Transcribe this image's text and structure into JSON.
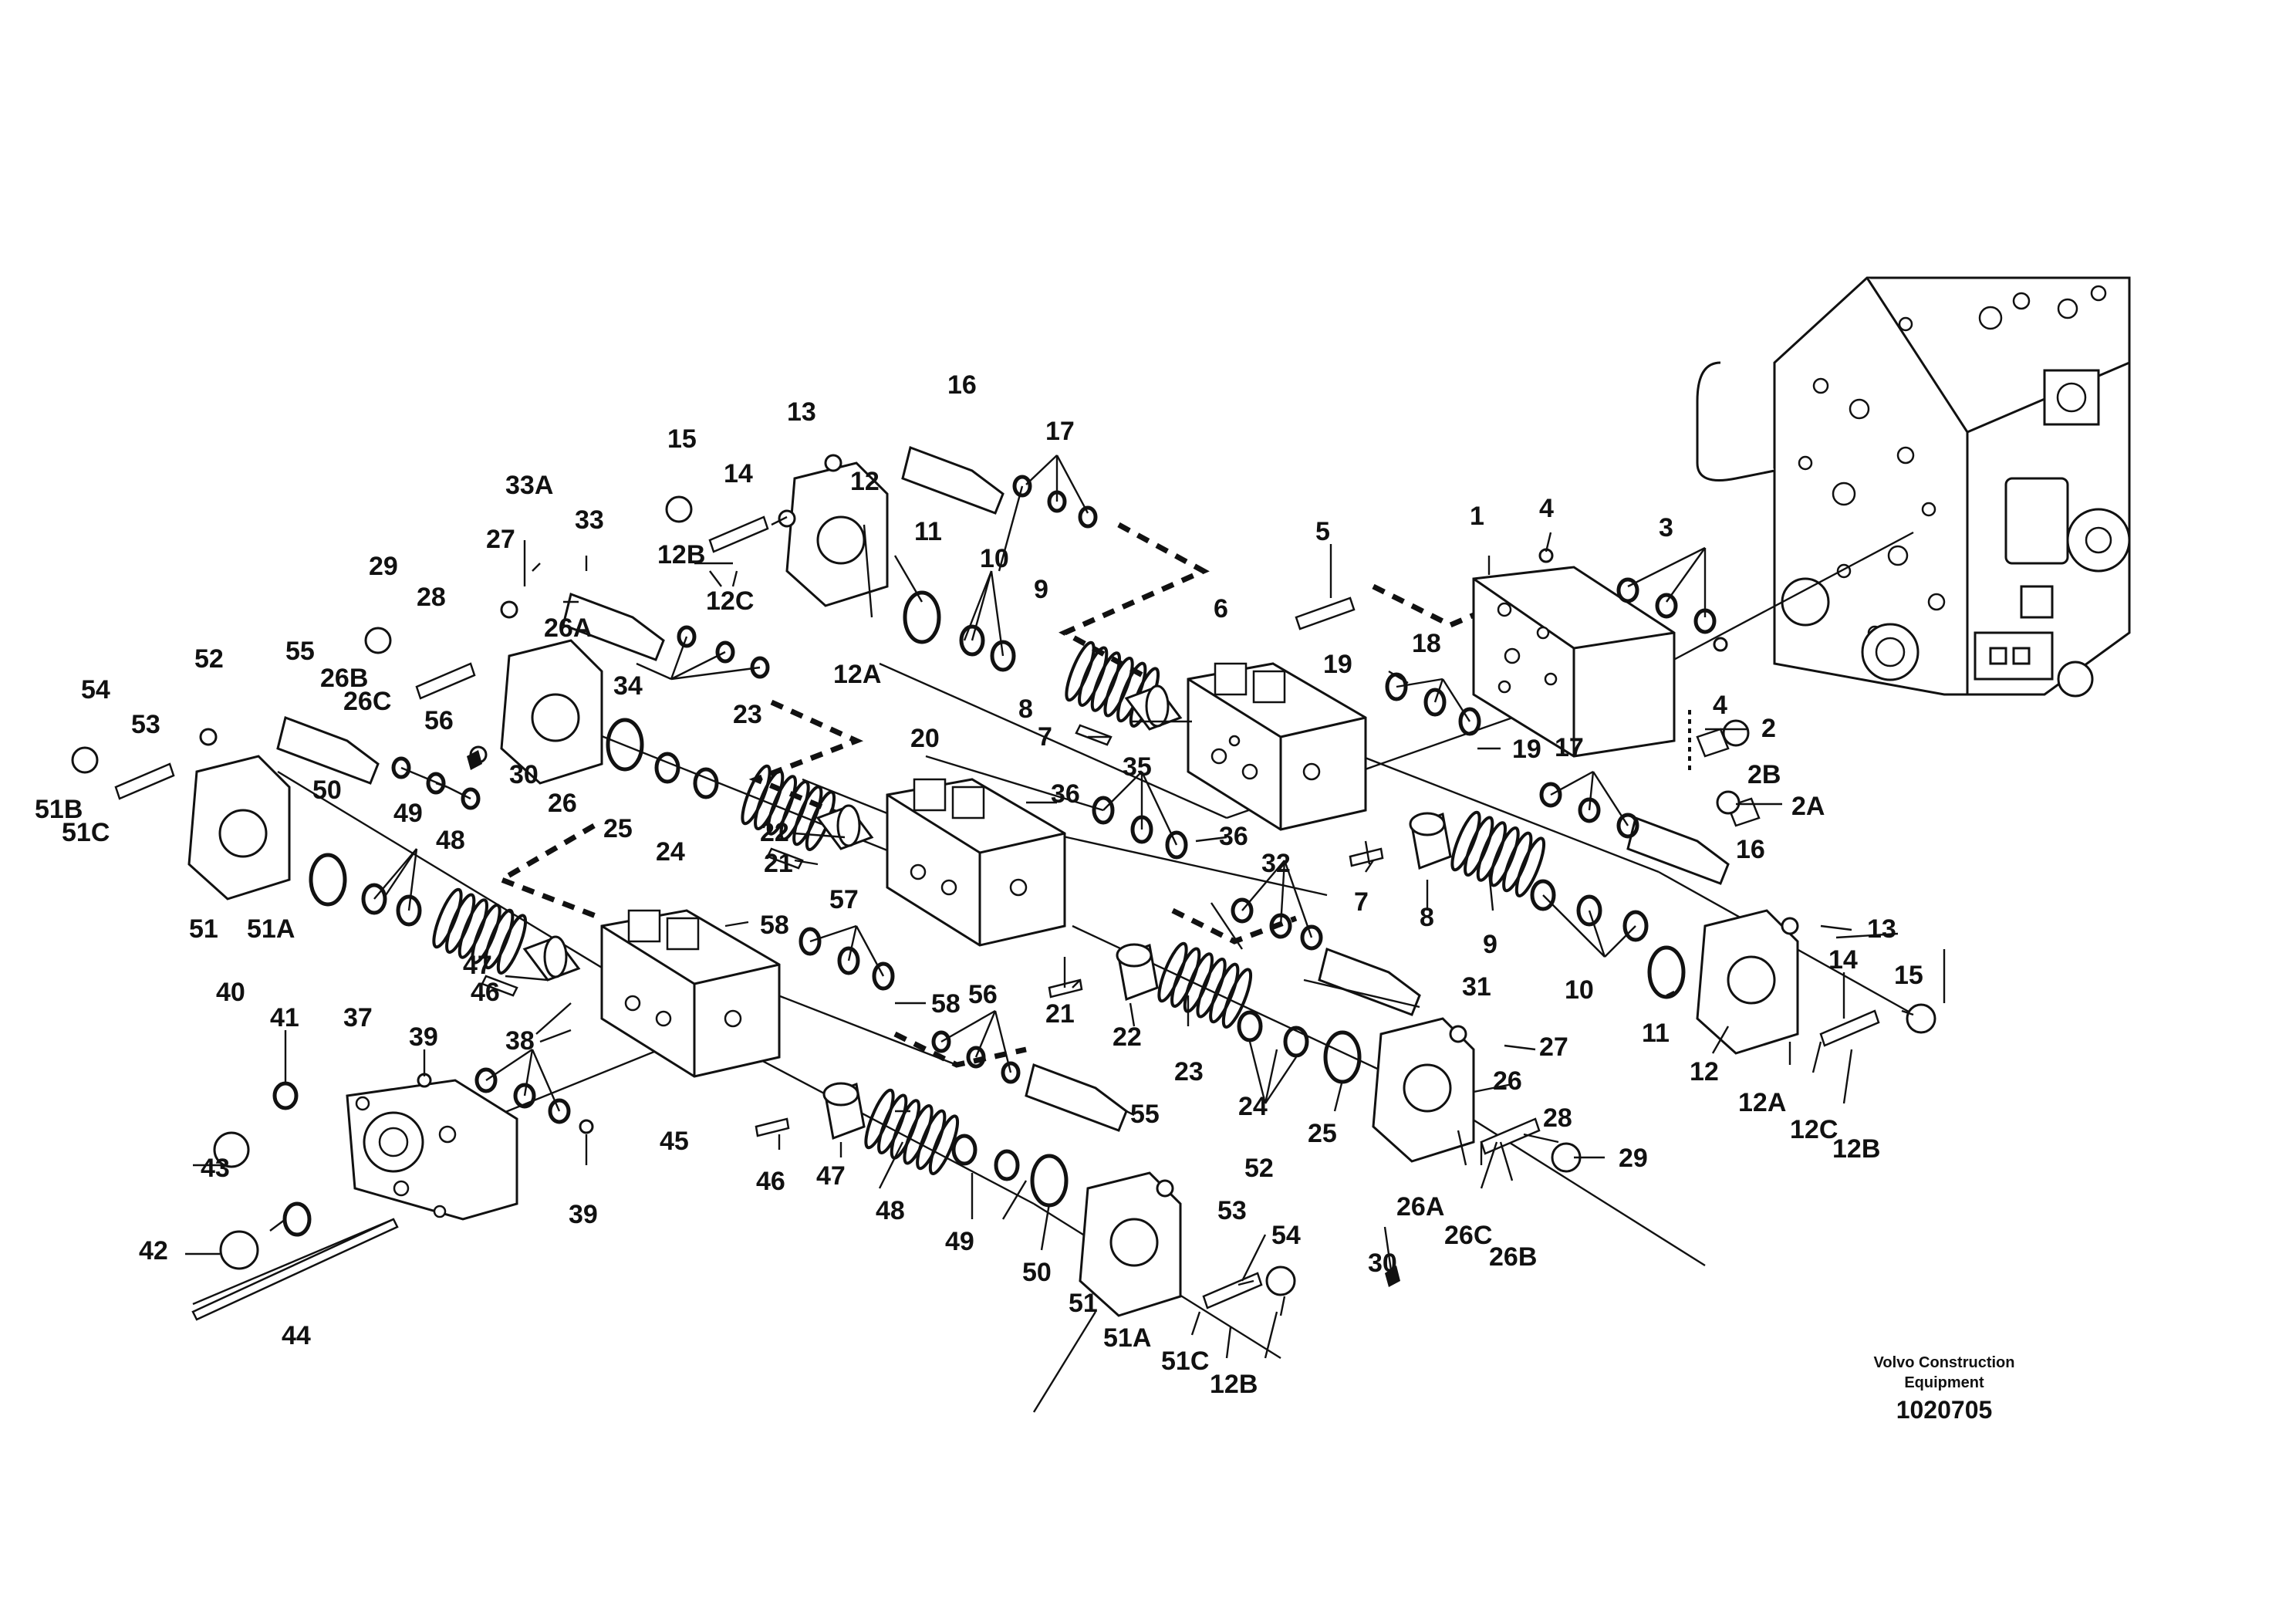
{
  "brand": {
    "line1": "Volvo Construction",
    "line2": "Equipment",
    "drawing_number": "1020705"
  },
  "callouts": {
    "c1": "1",
    "c2": "2",
    "c2A": "2A",
    "c2B": "2B",
    "c3": "3",
    "c4a": "4",
    "c4b": "4",
    "c5": "5",
    "c6": "6",
    "c7a": "7",
    "c7b": "7",
    "c8a": "8",
    "c8b": "8",
    "c9a": "9",
    "c9b": "9",
    "c10a": "10",
    "c10b": "10",
    "c11a": "11",
    "c11b": "11",
    "c12a": "12",
    "c12b": "12",
    "c12Aa": "12A",
    "c12Ab": "12A",
    "c12Ba": "12B",
    "c12Bb": "12B",
    "c12Bc": "12B",
    "c12Ca": "12C",
    "c12Cb": "12C",
    "c13a": "13",
    "c13b": "13",
    "c14a": "14",
    "c14b": "14",
    "c15a": "15",
    "c15b": "15",
    "c16a": "16",
    "c16b": "16",
    "c17a": "17",
    "c17b": "17",
    "c18": "18",
    "c19a": "19",
    "c19b": "19",
    "c20": "20",
    "c21a": "21",
    "c21b": "21",
    "c22a": "22",
    "c22b": "22",
    "c23a": "23",
    "c23b": "23",
    "c24a": "24",
    "c24b": "24",
    "c25a": "25",
    "c25b": "25",
    "c26a": "26",
    "c26b": "26",
    "c26Aa": "26A",
    "c26Ab": "26A",
    "c26Ba": "26B",
    "c26Bb": "26B",
    "c26Ca": "26C",
    "c26Cb": "26C",
    "c27a": "27",
    "c27b": "27",
    "c28a": "28",
    "c28b": "28",
    "c29a": "29",
    "c29b": "29",
    "c30a": "30",
    "c30b": "30",
    "c31": "31",
    "c32": "32",
    "c33": "33",
    "c33A": "33A",
    "c34": "34",
    "c35": "35",
    "c36a": "36",
    "c36b": "36",
    "c37": "37",
    "c38": "38",
    "c39a": "39",
    "c39b": "39",
    "c40": "40",
    "c41": "41",
    "c42": "42",
    "c43": "43",
    "c44": "44",
    "c45": "45",
    "c46a": "46",
    "c46b": "46",
    "c47a": "47",
    "c47b": "47",
    "c48a": "48",
    "c48b": "48",
    "c49a": "49",
    "c49b": "49",
    "c50a": "50",
    "c50b": "50",
    "c51a": "51",
    "c51b": "51",
    "c51Aa": "51A",
    "c51Ab": "51A",
    "c51B": "51B",
    "c51Ca": "51C",
    "c51Cb": "51C",
    "c52a": "52",
    "c52b": "52",
    "c53a": "53",
    "c53b": "53",
    "c54a": "54",
    "c54b": "54",
    "c55a": "55",
    "c55b": "55",
    "c56a": "56",
    "c56b": "56",
    "c57": "57",
    "c58a": "58",
    "c58b": "58"
  }
}
